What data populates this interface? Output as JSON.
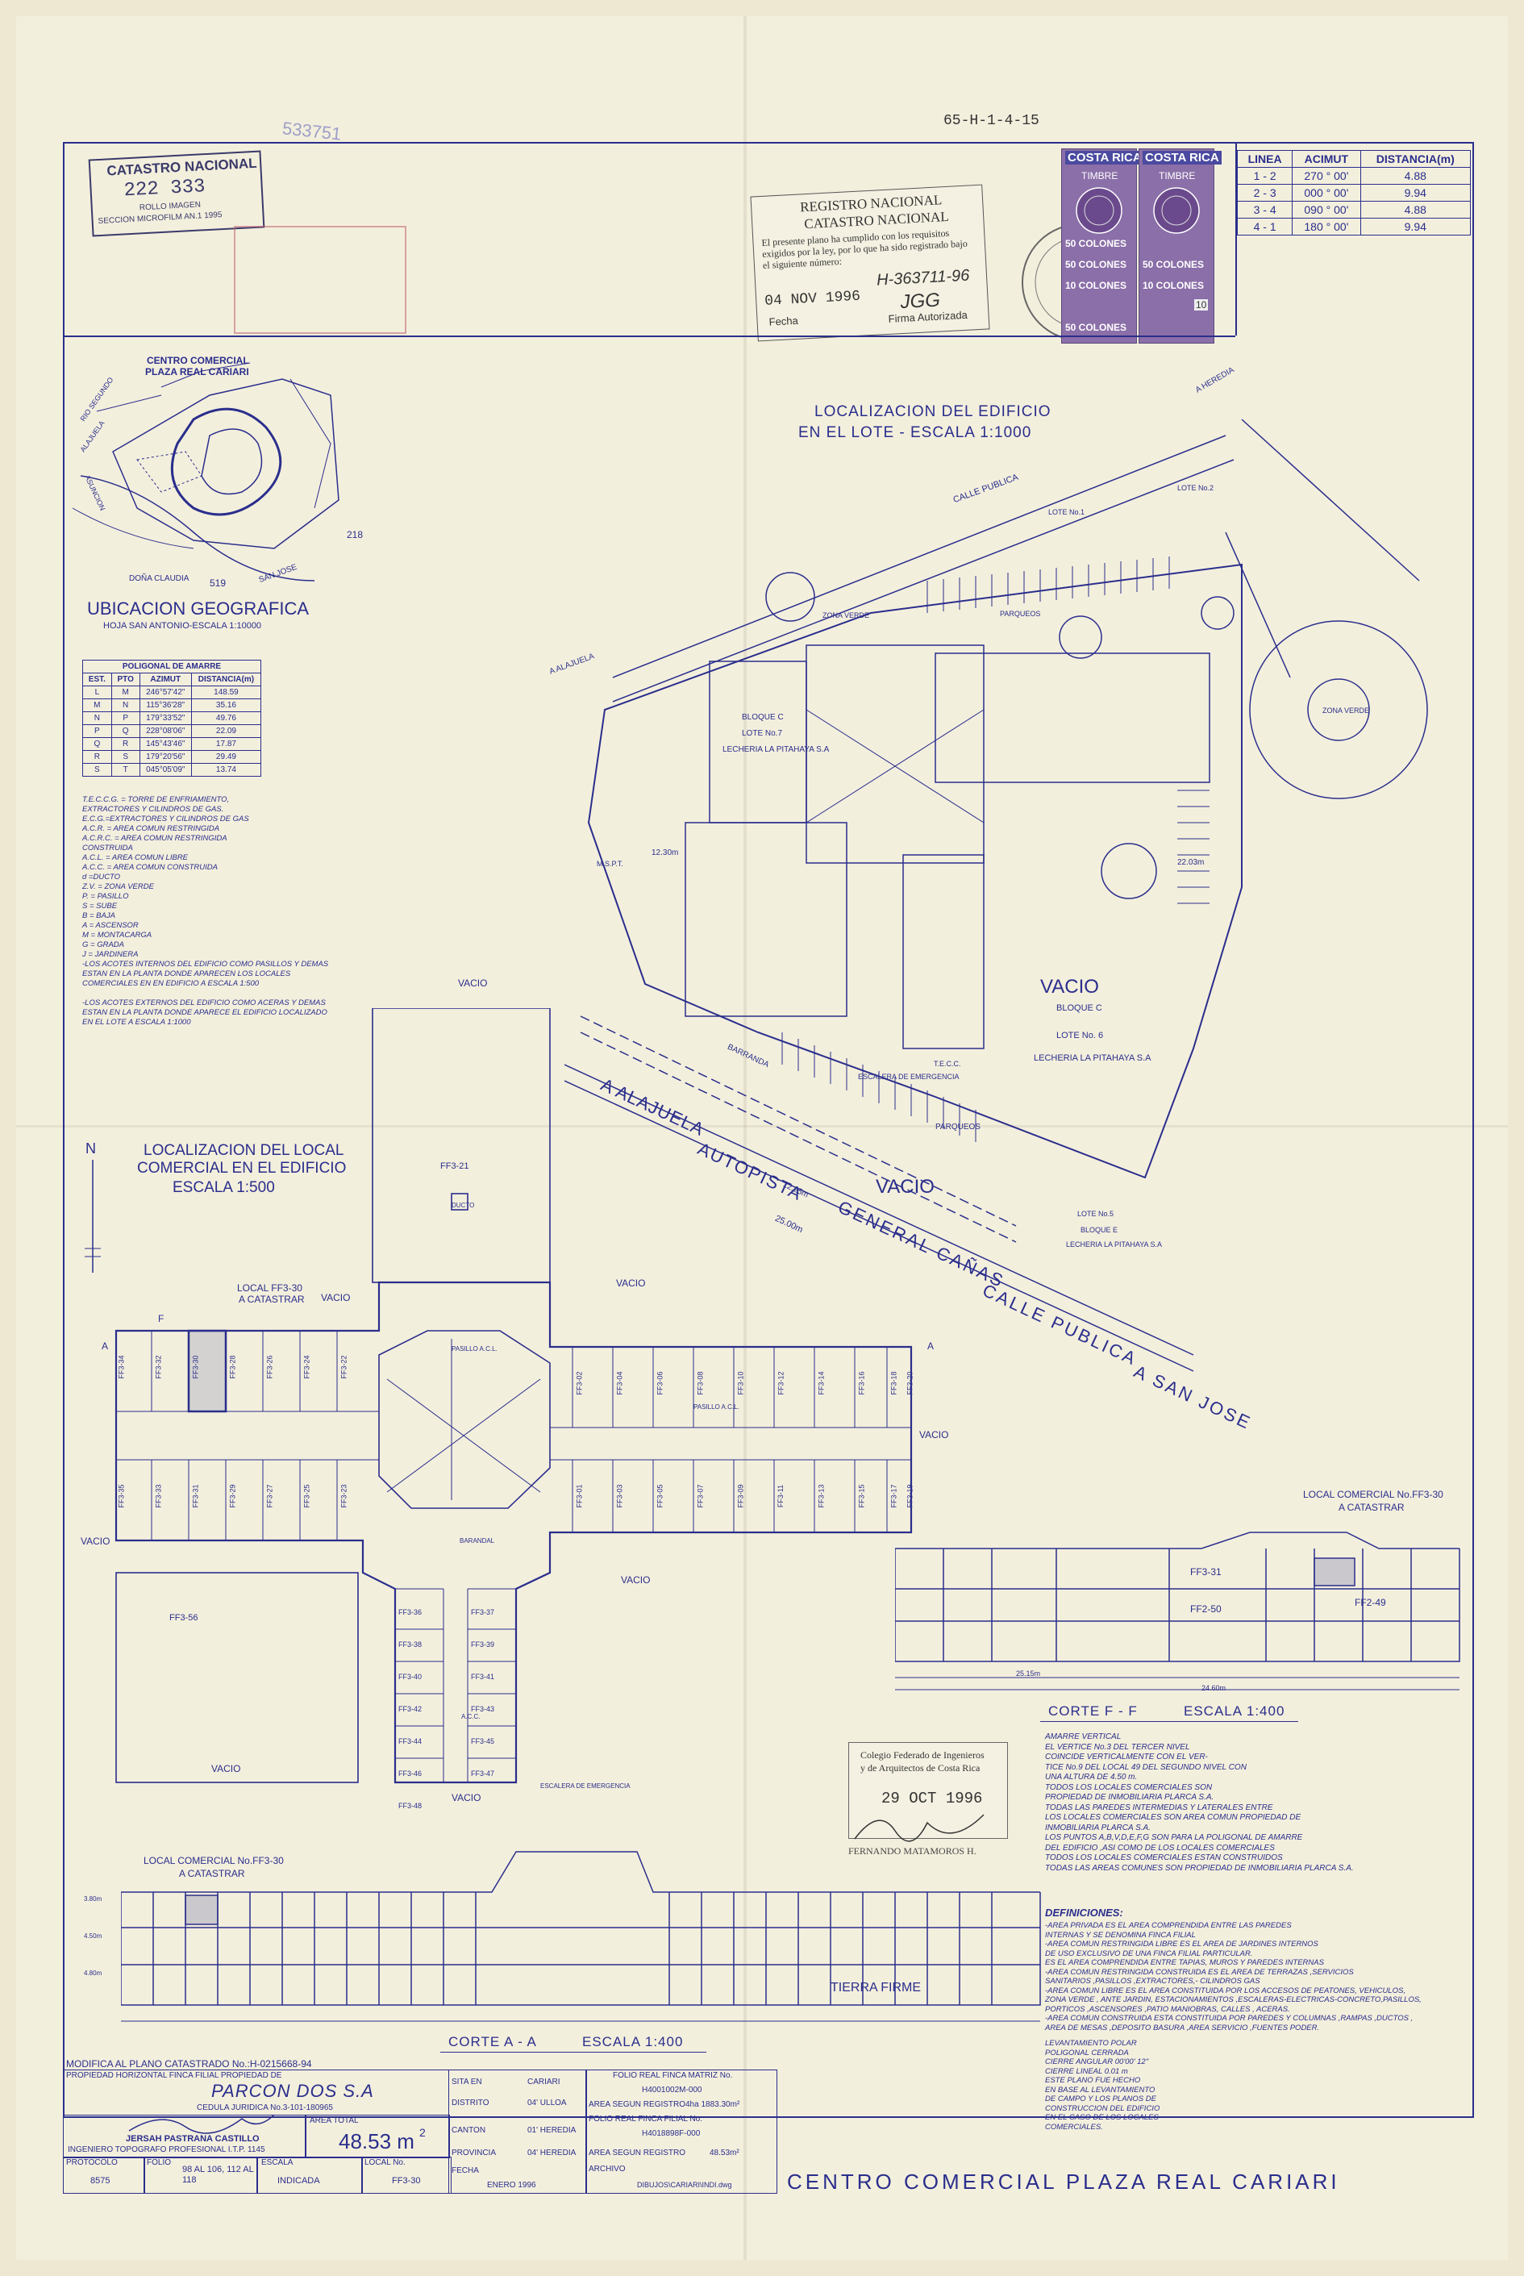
{
  "sheet_code": "65-H-1-4-15",
  "faint_code": "533751",
  "catastro_stamp": {
    "title": "CATASTRO NACIONAL",
    "number": "222 333",
    "line1": "ROLLO IMAGEN",
    "line2": "SECCION MICROFILM AN.1 1995"
  },
  "registro_stamp": {
    "title": "REGISTRO NACIONAL",
    "subtitle": "CATASTRO NACIONAL",
    "text": "El presente plano ha cumplido con los requisitos exigidos por la ley, por lo que ha sido registrado bajo el siguiente número:",
    "date": "04 NOV 1996",
    "number": "H-363711-96",
    "initials": "JGG",
    "fecha_label": "Fecha",
    "firma_label": "Firma Autorizada"
  },
  "timbres": {
    "country": "COSTA RICA",
    "type": "TIMBRE",
    "values": [
      "50 COLONES",
      "50 COLONES",
      "10 COLONES",
      "50 COLONES",
      "50 COLONES",
      "10 COLONES"
    ],
    "small": "10"
  },
  "linea_table": {
    "headers": [
      "LINEA",
      "ACIMUT",
      "DISTANCIA(m)"
    ],
    "rows": [
      [
        "1 - 2",
        "270 ° 00'",
        "4.88"
      ],
      [
        "2 - 3",
        "000 ° 00'",
        "9.94"
      ],
      [
        "3 - 4",
        "090 ° 00'",
        "4.88"
      ],
      [
        "4 - 1",
        "180 ° 00'",
        "9.94"
      ]
    ]
  },
  "ubicacion": {
    "inset_label1": "CENTRO COMERCIAL",
    "inset_label2": "PLAZA REAL CARIARI",
    "town1": "RIO SEGUNDO",
    "town2": "ALAJUELA",
    "town3": "DOÑA CLAUDIA",
    "town4": "SAN JOSE",
    "town5": "ASUNCION",
    "num1": "218",
    "num2": "519",
    "title": "UBICACION GEOGRAFICA",
    "subtitle": "HOJA SAN ANTONIO-ESCALA 1:10000"
  },
  "poligonal": {
    "title": "POLIGONAL DE AMARRE",
    "headers": [
      "EST.",
      "PTO",
      "AZIMUT",
      "DISTANCIA(m)"
    ],
    "rows": [
      [
        "L",
        "M",
        "246°57'42\"",
        "148.59"
      ],
      [
        "M",
        "N",
        "115°36'28\"",
        "35.16"
      ],
      [
        "N",
        "P",
        "179°33'52\"",
        "49.76"
      ],
      [
        "P",
        "Q",
        "228°08'06\"",
        "22.09"
      ],
      [
        "Q",
        "R",
        "145°43'46\"",
        "17.87"
      ],
      [
        "R",
        "S",
        "179°20'56\"",
        "29.49"
      ],
      [
        "S",
        "T",
        "045°05'09\"",
        "13.74"
      ]
    ]
  },
  "legend": [
    "T.E.C.C.G. = TORRE DE ENFRIAMIENTO,",
    "EXTRACTORES Y CILINDROS DE GAS.",
    "E.C.G.=EXTRACTORES Y CILINDROS DE GAS",
    "A.C.R. = AREA COMUN RESTRINGIDA",
    "A.C.R.C. = AREA COMUN RESTRINGIDA",
    "CONSTRUIDA",
    "A.C.L. = AREA COMUN LIBRE",
    "A.C.C. = AREA COMUN CONSTRUIDA",
    "d =DUCTO",
    "Z.V. = ZONA VERDE",
    "P. = PASILLO",
    "S = SUBE",
    "B = BAJA",
    "A = ASCENSOR",
    "M = MONTACARGA",
    "G = GRADA",
    "J = JARDINERA",
    "-LOS ACOTES INTERNOS DEL EDIFICIO COMO PASILLOS Y DEMAS",
    "ESTAN EN LA PLANTA DONDE APARECEN LOS LOCALES",
    "COMERCIALES EN EN EDIFICIO A ESCALA 1:500",
    "",
    "-LOS ACOTES EXTERNOS DEL EDIFICIO COMO ACERAS Y DEMAS",
    "ESTAN EN LA PLANTA DONDE APARECE EL EDIFICIO LOCALIZADO",
    "EN EL LOTE A ESCALA 1:1000"
  ],
  "site_plan": {
    "title1": "LOCALIZACION DEL EDIFICIO",
    "title2": "EN EL LOTE - ESCALA 1:1000",
    "calle_publica": "CALLE PUBLICA",
    "vacio": "VACIO",
    "bloque_c": "BLOQUE C",
    "lote6": "LOTE No. 6",
    "lechería": "LECHERIA LA PITAHAYA S.A",
    "zona_verde": "ZONA VERDE",
    "parqueos": "PARQUEOS",
    "bloque_e": "BLOQUE E",
    "lote5": "LOTE No.5",
    "lote7": "LOTE No.7",
    "lote1": "LOTE No.1",
    "lote2": "LOTE No.2",
    "alajuela": "A ALAJUELA",
    "autopista": "AUTOPISTA",
    "general_canas": "GENERAL CAÑAS",
    "calle_publica2": "CALLE PUBLICA",
    "san_jose": "A SAN JOSE",
    "heredia": "A HEREDIA",
    "barranda": "BARRANDA",
    "escalera": "ESCALERA DE EMERGENCIA",
    "msp": "M.S.P.T.",
    "tecc": "T.E.C.C.",
    "d1": "12.25m",
    "d2": "25.00m",
    "d3": "12.30m",
    "d4": "22.03m",
    "vacio2": "VACIO"
  },
  "local_plan": {
    "title1": "LOCALIZACION DEL LOCAL",
    "title2": "COMERCIAL EN EL EDIFICIO",
    "title3": "ESCALA 1:500",
    "north": "N",
    "local_label1": "LOCAL FF3-30",
    "local_label2": "A CATASTRAR",
    "vacio": "VACIO",
    "top_unit": "FF3-21",
    "big_unit": "FF3-56",
    "top_row_left": [
      "FF3-34",
      "FF3-32",
      "FF3-30",
      "FF3-28",
      "FF3-26",
      "FF3-24",
      "FF3-22"
    ],
    "bottom_row_left": [
      "FF3-35",
      "FF3-33",
      "FF3-31",
      "FF3-29",
      "FF3-27",
      "FF3-25",
      "FF3-23"
    ],
    "top_row_right": [
      "FF3-02",
      "FF3-04",
      "FF3-06",
      "FF3-08",
      "FF3-10",
      "FF3-12",
      "FF3-14",
      "FF3-16",
      "FF3-18",
      "FF3-20"
    ],
    "bottom_row_right": [
      "FF3-01",
      "FF3-03",
      "FF3-05",
      "FF3-07",
      "FF3-09",
      "FF3-11",
      "FF3-13",
      "FF3-15",
      "FF3-17",
      "FF3-19"
    ],
    "wing_left": [
      "FF3-36",
      "FF3-38",
      "FF3-40",
      "FF3-42",
      "FF3-44",
      "FF3-46",
      "FF3-48"
    ],
    "wing_right": [
      "FF3-37",
      "FF3-39",
      "FF3-41",
      "FF3-43",
      "FF3-45",
      "FF3-47"
    ],
    "pasillo": "PASILLO A.C.L.",
    "barandal": "BARANDAL",
    "ducto": "DUCTO",
    "acc": "A.C.C.",
    "escalera": "ESCALERA DE EMERGENCIA",
    "section_a": "A",
    "section_f": "F"
  },
  "corte_ff": {
    "label1": "LOCAL COMERCIAL No.FF3-30",
    "label2": "A CATASTRAR",
    "title": "CORTE F - F",
    "scale": "ESCALA 1:400",
    "levels": [
      "FF3-31",
      "FF2-50",
      "FF2-49"
    ],
    "dims": [
      "25.15m",
      "24.60m"
    ]
  },
  "corte_aa": {
    "label1": "LOCAL COMERCIAL No.FF3-30",
    "label2": "A CATASTRAR",
    "title": "CORTE A - A",
    "scale": "ESCALA 1:400",
    "tierra": "TIERRA FIRME",
    "h1": "3.80m",
    "h2": "4.50m",
    "h3": "4.80m"
  },
  "colegio_stamp": {
    "line1": "Colegio Federado de Ingenieros",
    "line2": "y de Arquitectos de Costa Rica",
    "date": "29 OCT 1996",
    "name": "FERNANDO MATAMOROS H."
  },
  "notes": [
    "AMARRE VERTICAL",
    "EL VERTICE No.3 DEL TERCER NIVEL",
    "COINCIDE VERTICALMENTE CON EL VER-",
    "TICE No.9 DEL LOCAL 49 DEL SEGUNDO NIVEL CON",
    "UNA ALTURA DE 4.50 m.",
    "TODOS LOS LOCALES COMERCIALES SON",
    "PROPIEDAD DE INMOBILIARIA PLARCA S.A.",
    "TODAS LAS PAREDES INTERMEDIAS Y LATERALES ENTRE",
    "LOS LOCALES COMERCIALES SON AREA COMUN PROPIEDAD DE",
    "INMOBILIARIA PLARCA S.A.",
    "LOS PUNTOS A,B,V,D,E,F,G SON PARA LA POLIGONAL DE AMARRE",
    "DEL EDIFICIO ,ASI COMO DE LOS LOCALES COMERCIALES",
    "TODOS LOS LOCALES COMERCIALES ESTAN CONSTRUIDOS",
    "TODAS LAS AREAS COMUNES SON PROPIEDAD DE INMOBILIARIA PLARCA S.A."
  ],
  "definiciones_title": "DEFINICIONES:",
  "definiciones": [
    "-AREA PRIVADA ES EL AREA COMPRENDIDA ENTRE LAS PAREDES",
    "INTERNAS Y SE DENOMINA FINCA FILIAL",
    "-AREA COMUN RESTRINGIDA LIBRE ES EL AREA DE JARDINES INTERNOS",
    "DE USO EXCLUSIVO DE UNA FINCA FILIAL PARTICULAR.",
    "ES EL AREA COMPRENDIDA ENTRE TAPIAS, MUROS Y PAREDES INTERNAS",
    "-AREA COMUN RESTRINGIDA CONSTRUIDA ES EL AREA DE TERRAZAS ,SERVICIOS",
    "SANITARIOS ,PASILLOS ,EXTRACTORES,- CILINDROS GAS",
    "-AREA COMUN LIBRE ES EL AREA CONSTITUIDA POR LOS ACCESOS DE PEATONES, VEHICULOS,",
    "ZONA VERDE , ANTE JARDIN, ESTACIONAMIENTOS ,ESCALERAS-ELECTRICAS-CONCRETO,PASILLOS,",
    "PORTICOS ,ASCENSORES ,PATIO MANIOBRAS, CALLES , ACERAS.",
    "-AREA COMUN CONSTRUIDA ESTA CONSTITUIDA POR PAREDES Y COLUMNAS ,RAMPAS ,DUCTOS ,",
    "AREA DE MESAS ,DEPOSITO BASURA ,AREA SERVICIO ,FUENTES PODER."
  ],
  "levantamiento": [
    "LEVANTAMIENTO POLAR",
    "POLIGONAL CERRADA",
    "CIERRE ANGULAR 00'00' 12\"",
    "CIERRE LINEAL 0.01 m",
    "ESTE PLANO FUE HECHO",
    "EN BASE AL LEVANTAMIENTO",
    "DE CAMPO Y LOS PLANOS DE",
    "CONSTRUCCION DEL EDIFICIO",
    "EN EL CASO DE LOS LOCALES",
    "COMERCIALES."
  ],
  "title_block": {
    "modifica": "MODIFICA AL PLANO CATASTRADO No.:H-0215668-94",
    "propiedad_label": "PROPIEDAD HORIZONTAL FINCA FILIAL PROPIEDAD DE",
    "owner": "PARCON DOS S.A",
    "cedula": "CEDULA JURIDICA No.3-101-180965",
    "engineer": "JERSAH PASTRANA CASTILLO",
    "engineer_title": "INGENIERO TOPOGRAFO PROFESIONAL I.T.P. 1145",
    "area_label": "AREA TOTAL",
    "area_value": "48.53 m",
    "area_sup": "2",
    "protocolo_label": "PROTOCOLO",
    "protocolo_value": "8575",
    "folio_label": "FOLIO",
    "folio_value": "98 AL 106, 112 AL 118",
    "escala_label": "ESCALA",
    "escala_value": "INDICADA",
    "local_label": "LOCAL No.",
    "local_value": "FF3-30",
    "sita_label": "SITA EN",
    "sita_value": "CARIARI",
    "distrito_label": "DISTRITO",
    "distrito_value": "04' ULLOA",
    "canton_label": "CANTON",
    "canton_value": "01' HEREDIA",
    "provincia_label": "PROVINCIA",
    "provincia_value": "04' HEREDIA",
    "fecha_label": "FECHA",
    "fecha_value": "ENERO 1996",
    "folio_matriz_label": "FOLIO REAL FINCA MATRIZ No.",
    "folio_matriz_value": "H4001002M-000",
    "area_registro_label": "AREA SEGUN REGISTRO",
    "area_registro_value": "4ha 1883.30m²",
    "folio_filial_label": "FOLIO REAL FINCA FILIAL No.",
    "folio_filial_value": "H4018898F-000",
    "area_registro2_value": "48.53m²",
    "archivo_label": "ARCHIVO",
    "archivo_value": "DIBUJOS\\CARIARI\\INDI.dwg",
    "project": "CENTRO COMERCIAL PLAZA REAL CARIARI"
  }
}
